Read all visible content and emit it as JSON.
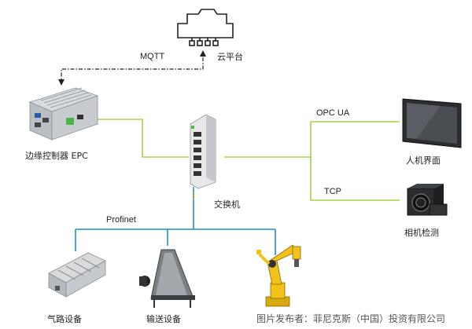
{
  "nodes": {
    "cloud": {
      "label": "云平台"
    },
    "edge_controller": {
      "label": "边缘控制器 EPC"
    },
    "switch": {
      "label": "交换机"
    },
    "hmi": {
      "label": "人机界面"
    },
    "camera": {
      "label": "相机检测"
    },
    "pneumatic": {
      "label": "气路设备"
    },
    "conveyor": {
      "label": "输送设备"
    }
  },
  "links": {
    "mqtt": "MQTT",
    "opcua": "OPC UA",
    "tcp": "TCP",
    "profinet": "Profinet"
  },
  "watermark": "图片发布者：菲尼克斯（中国）投资有限公司",
  "colors": {
    "link_green": "#a7d24a",
    "bus_blue": "#1f8fc6",
    "mqtt_dash": "#222222",
    "robot_yellow": "#f2c21a"
  }
}
